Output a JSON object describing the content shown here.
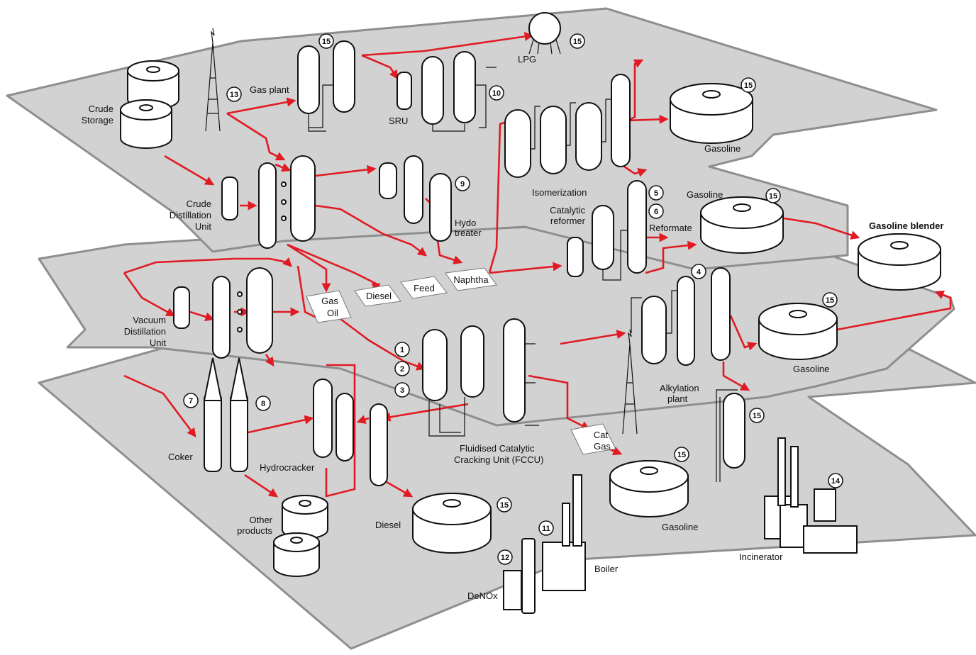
{
  "units": {
    "crude_storage": [
      "Crude",
      "Storage"
    ],
    "crude_distillation": [
      "Crude",
      "Distillation",
      "Unit"
    ],
    "gas_plant": "Gas plant",
    "sru": "SRU",
    "lpg": "LPG",
    "hydrotreater": [
      "Hydo",
      "treater"
    ],
    "isomerization": "Isomerization",
    "catalytic_reformer": [
      "Catalytic",
      "reformer"
    ],
    "reformate": "Reformate",
    "gasoline_blender": "Gasoline blender",
    "vacuum_distillation": [
      "Vacuum",
      "Distillation",
      "Unit"
    ],
    "fccu": [
      "Fluidised Catalytic",
      "Cracking Unit (FCCU)"
    ],
    "alkylation": [
      "Alkylation",
      "plant"
    ],
    "coker": "Coker",
    "hydrocracker": "Hydrocracker",
    "other_products": [
      "Other",
      "products"
    ],
    "diesel_tank": "Diesel",
    "denox": "DeNOx",
    "boiler": "Boiler",
    "incinerator": "Incinerator"
  },
  "tanks": {
    "gasoline_1": "Gasoline",
    "gasoline_2": "Gasoline",
    "gasoline_3": "Gasoline",
    "gasoline_4": "Gasoline"
  },
  "streams": {
    "gas_oil": [
      "Gas",
      "Oil"
    ],
    "diesel": "Diesel",
    "feed": "Feed",
    "naphtha": "Naphtha",
    "cat_gas": [
      "Cat",
      "Gas"
    ]
  },
  "badges": {
    "b1": "1",
    "b2": "2",
    "b3": "3",
    "b4": "4",
    "b5": "5",
    "b6": "6",
    "b7": "7",
    "b8": "8",
    "b9": "9",
    "b10": "10",
    "b11": "11",
    "b12": "12",
    "b13": "13",
    "b14": "14",
    "b15": "15"
  },
  "colors": {
    "flow": "#e01b24",
    "plate": "#d2d2d2",
    "plate_edge": "#8e8e8e"
  }
}
